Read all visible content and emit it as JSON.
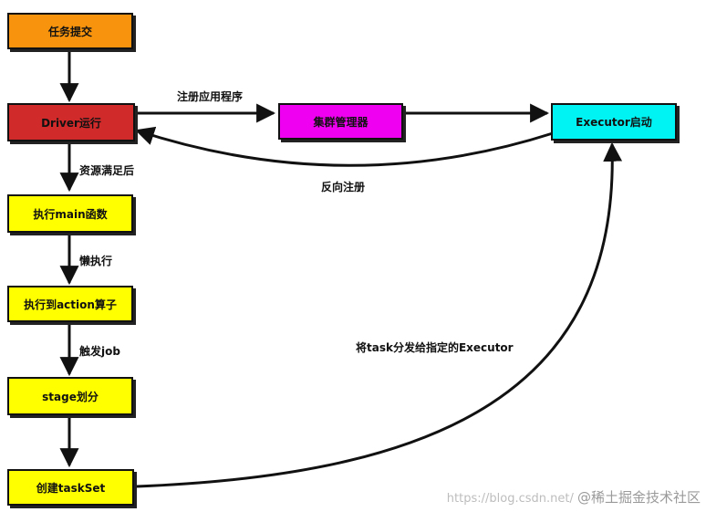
{
  "nodes": {
    "submit": {
      "label": "任务提交",
      "color": "#f7930d"
    },
    "driver": {
      "label": "Driver运行",
      "color": "#d12a2a"
    },
    "cluster": {
      "label": "集群管理器",
      "color": "#f000f0"
    },
    "executor": {
      "label": "Executor启动",
      "color": "#00f3f3"
    },
    "main": {
      "label": "执行main函数",
      "color": "#ffff00"
    },
    "action": {
      "label": "执行到action算子",
      "color": "#ffff00"
    },
    "stage": {
      "label": "stage划分",
      "color": "#ffff00"
    },
    "taskset": {
      "label": "创建taskSet",
      "color": "#ffff00"
    }
  },
  "edge_labels": {
    "register_app": "注册应用程序",
    "reverse_register": "反向注册",
    "resources_ready": "资源满足后",
    "lazy_exec": "懒执行",
    "trigger_job": "触发job",
    "dispatch_task": "将task分发给指定的Executor"
  },
  "watermark": {
    "url_text": "https://blog.csdn.net/",
    "brand": "@稀土掘金技术社区"
  }
}
